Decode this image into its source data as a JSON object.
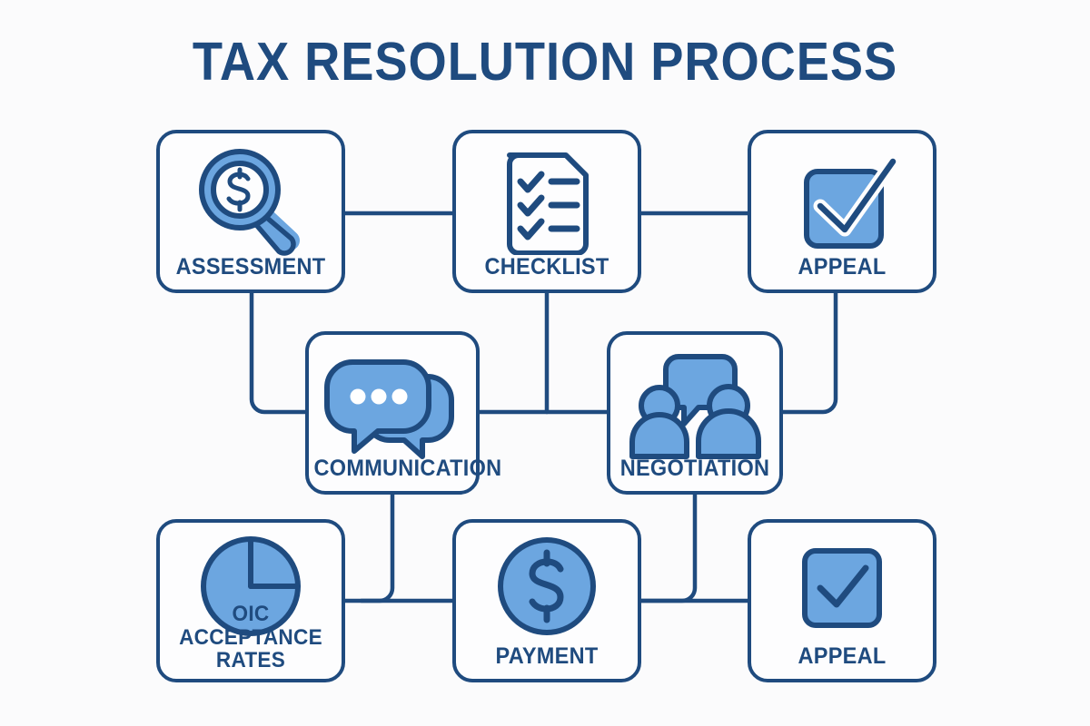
{
  "page": {
    "title": "TAX RESOLUTION PROCESS",
    "background_color": "#fbfbfc"
  },
  "theme": {
    "outline": "#1F4B7F",
    "fill_light_blue": "#6CA6E0",
    "fill_white": "#fdfdfe",
    "connector": "#1F4B7F"
  },
  "diagram": {
    "type": "process-flowchart",
    "rows": 3,
    "nodes": [
      {
        "id": "assessment",
        "label": "ASSESSMENT",
        "icon": "magnifier-dollar-icon",
        "row": 1,
        "col": 1
      },
      {
        "id": "checklist",
        "label": "CHECKLIST",
        "icon": "checklist-document-icon",
        "row": 1,
        "col": 2
      },
      {
        "id": "appeal-top",
        "label": "APPEAL",
        "icon": "checkbox-overflow-check-icon",
        "row": 1,
        "col": 3
      },
      {
        "id": "communication",
        "label": "COMMUNICATION",
        "icon": "speech-bubbles-icon",
        "row": 2,
        "col": 1
      },
      {
        "id": "negotiation",
        "label": "NEGOTIATION",
        "icon": "two-people-speech-icon",
        "row": 2,
        "col": 2
      },
      {
        "id": "oic",
        "label": "OIC ACCEPTANCE\nRATES",
        "icon": "pie-chart-icon",
        "row": 3,
        "col": 1
      },
      {
        "id": "payment",
        "label": "PAYMENT",
        "icon": "dollar-coin-icon",
        "row": 3,
        "col": 2
      },
      {
        "id": "appeal-bottom",
        "label": "APPEAL",
        "icon": "checkbox-check-icon",
        "row": 3,
        "col": 3
      }
    ],
    "connections": [
      {
        "from": "assessment",
        "to": "checklist",
        "style": "horizontal"
      },
      {
        "from": "checklist",
        "to": "appeal-top",
        "style": "horizontal"
      },
      {
        "from": "assessment",
        "to": "communication",
        "style": "elbow-down-right"
      },
      {
        "from": "checklist",
        "to": "communication",
        "style": "elbow-down-left"
      },
      {
        "from": "appeal-top",
        "to": "negotiation",
        "style": "elbow-down-left"
      },
      {
        "from": "communication",
        "to": "negotiation",
        "style": "horizontal"
      },
      {
        "from": "communication",
        "to": "oic",
        "style": "elbow-down-left"
      },
      {
        "from": "communication",
        "to": "payment",
        "style": "elbow-down-right"
      },
      {
        "from": "negotiation",
        "to": "payment",
        "style": "elbow-down-left"
      },
      {
        "from": "payment",
        "to": "appeal-bottom",
        "style": "horizontal"
      },
      {
        "from": "oic",
        "to": "payment",
        "style": "horizontal"
      }
    ]
  }
}
